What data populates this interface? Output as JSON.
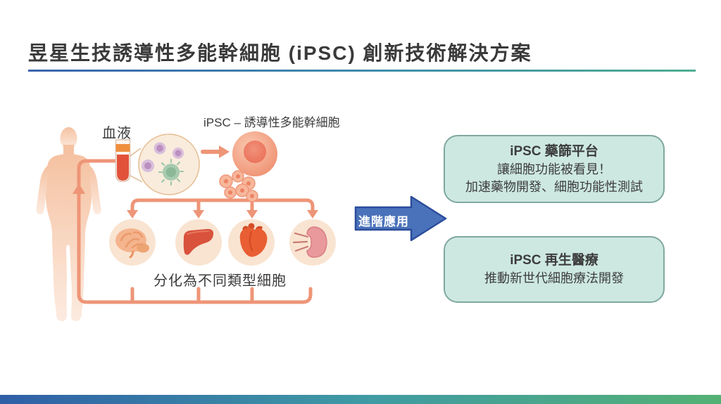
{
  "title": "昱星生技誘導性多能幹細胞 (iPSC) 創新技術解決方案",
  "diagram": {
    "blood_label": "血液",
    "ipsc_label": "iPSC – 誘導性多能幹細胞",
    "differentiation_label": "分化為不同類型細胞",
    "organ_icons": [
      "brain",
      "liver",
      "heart",
      "kidney"
    ]
  },
  "flow_arrow": {
    "label": "進階應用"
  },
  "boxes": [
    {
      "title": "iPSC 藥篩平台",
      "lines": [
        "讓細胞功能被看見！",
        "加速藥物開發、細胞功能性測試"
      ]
    },
    {
      "title": "iPSC 再生醫療",
      "lines": [
        "推動新世代細胞療法開發"
      ]
    }
  ],
  "colors": {
    "accent_salmon": "#ee9577",
    "body_peach": "#f5c2a2",
    "box_fill": "#cde8e1",
    "box_border": "#7fa8a0",
    "flow_arrow_fill": "#4a72ba",
    "flow_arrow_border": "#2c4d9b",
    "underline_gradient": [
      "#3a64ae",
      "#4fae92"
    ],
    "bottom_bar_gradient": [
      "#2f5fa7",
      "#3f9aa4",
      "#54b174"
    ]
  }
}
